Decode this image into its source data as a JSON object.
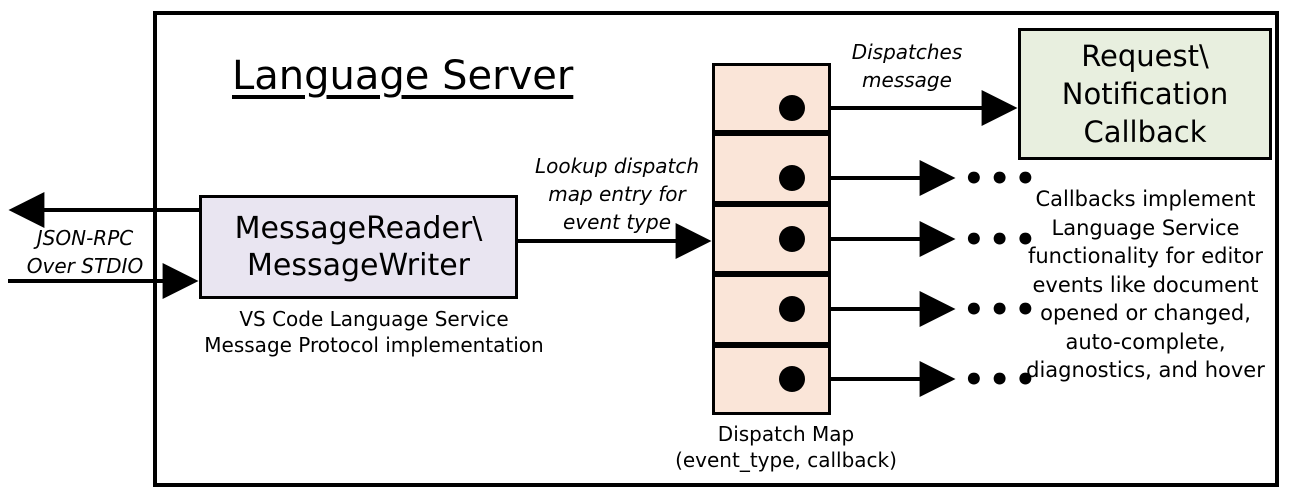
{
  "diagram": {
    "title": "Language Server",
    "frame_border_color": "#000000",
    "background": "#ffffff"
  },
  "edges": {
    "json_rpc_label_line1": "JSON-RPC",
    "json_rpc_label_line2": "Over STDIO",
    "lookup_label_line1": "Lookup dispatch",
    "lookup_label_line2": "map entry for",
    "lookup_label_line3": "event type",
    "dispatch_label_line1": "Dispatches",
    "dispatch_label_line2": "message",
    "ellipsis": "•••"
  },
  "nodes": {
    "message_reader": {
      "line1": "MessageReader\\",
      "line2": "MessageWriter",
      "fill": "#e9e5f1",
      "caption_line1": "VS Code Language Service",
      "caption_line2": "Message Protocol implementation"
    },
    "dispatch_map": {
      "fill": "#fae5d8",
      "row_count": 5,
      "caption_line1": "Dispatch Map",
      "caption_line2": "(event_type, callback)"
    },
    "callback": {
      "line1": "Request\\",
      "line2": "Notification",
      "line3": "Callback",
      "fill": "#e8efdf",
      "caption_line1": "Callbacks implement",
      "caption_line2": "Language Service",
      "caption_line3": "functionality for editor",
      "caption_line4": "events like document",
      "caption_line5": "opened or changed,",
      "caption_line6": "auto-complete,",
      "caption_line7": "diagnostics, and hover"
    }
  }
}
